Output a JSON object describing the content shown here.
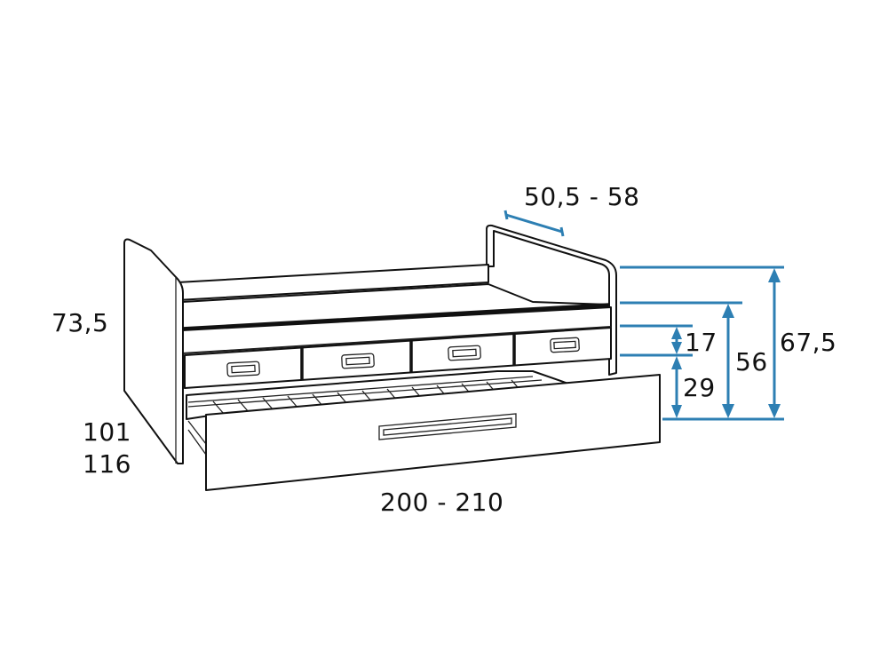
{
  "diagram": {
    "type": "technical-drawing",
    "subject": "trundle bed with drawers and pull-out lower bed",
    "line_color": "#111111",
    "dimension_color": "#2d7fb3"
  },
  "dimensions": {
    "depth": "50,5 - 58",
    "side_height": "73,5",
    "width_a": "101",
    "width_b": "116",
    "length": "200 - 210",
    "drawer_height": "17",
    "trundle_height": "29",
    "bed_height": "56",
    "headboard_height": "67,5"
  }
}
